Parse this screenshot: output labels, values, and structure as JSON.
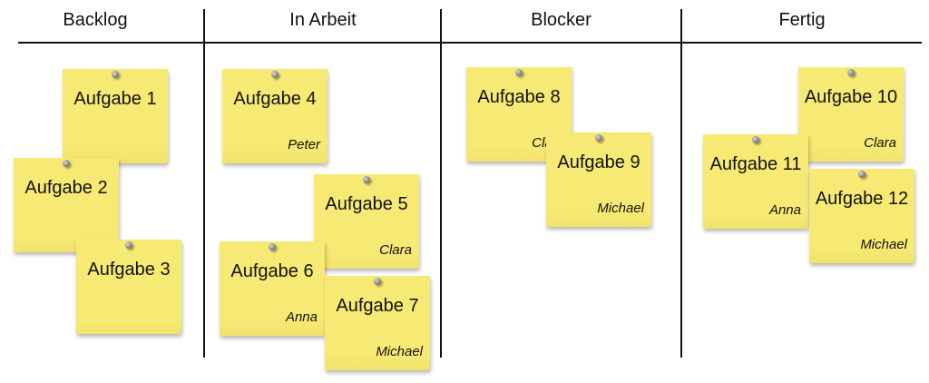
{
  "columns": [
    {
      "title": "Backlog"
    },
    {
      "title": "In Arbeit"
    },
    {
      "title": "Blocker"
    },
    {
      "title": "Fertig"
    }
  ],
  "cards": [
    {
      "title": "Aufgabe 1",
      "assignee": ""
    },
    {
      "title": "Aufgabe 2",
      "assignee": ""
    },
    {
      "title": "Aufgabe 3",
      "assignee": ""
    },
    {
      "title": "Aufgabe 4",
      "assignee": "Peter"
    },
    {
      "title": "Aufgabe 5",
      "assignee": "Clara"
    },
    {
      "title": "Aufgabe 6",
      "assignee": "Anna"
    },
    {
      "title": "Aufgabe 7",
      "assignee": "Michael"
    },
    {
      "title": "Aufgabe 8",
      "assignee": "Clara"
    },
    {
      "title": "Aufgabe 9",
      "assignee": "Michael"
    },
    {
      "title": "Aufgabe 10",
      "assignee": "Clara"
    },
    {
      "title": "Aufgabe 11",
      "assignee": "Anna"
    },
    {
      "title": "Aufgabe 12",
      "assignee": "Michael"
    }
  ],
  "colors": {
    "note": "#f7ea74",
    "ink": "#111111"
  }
}
